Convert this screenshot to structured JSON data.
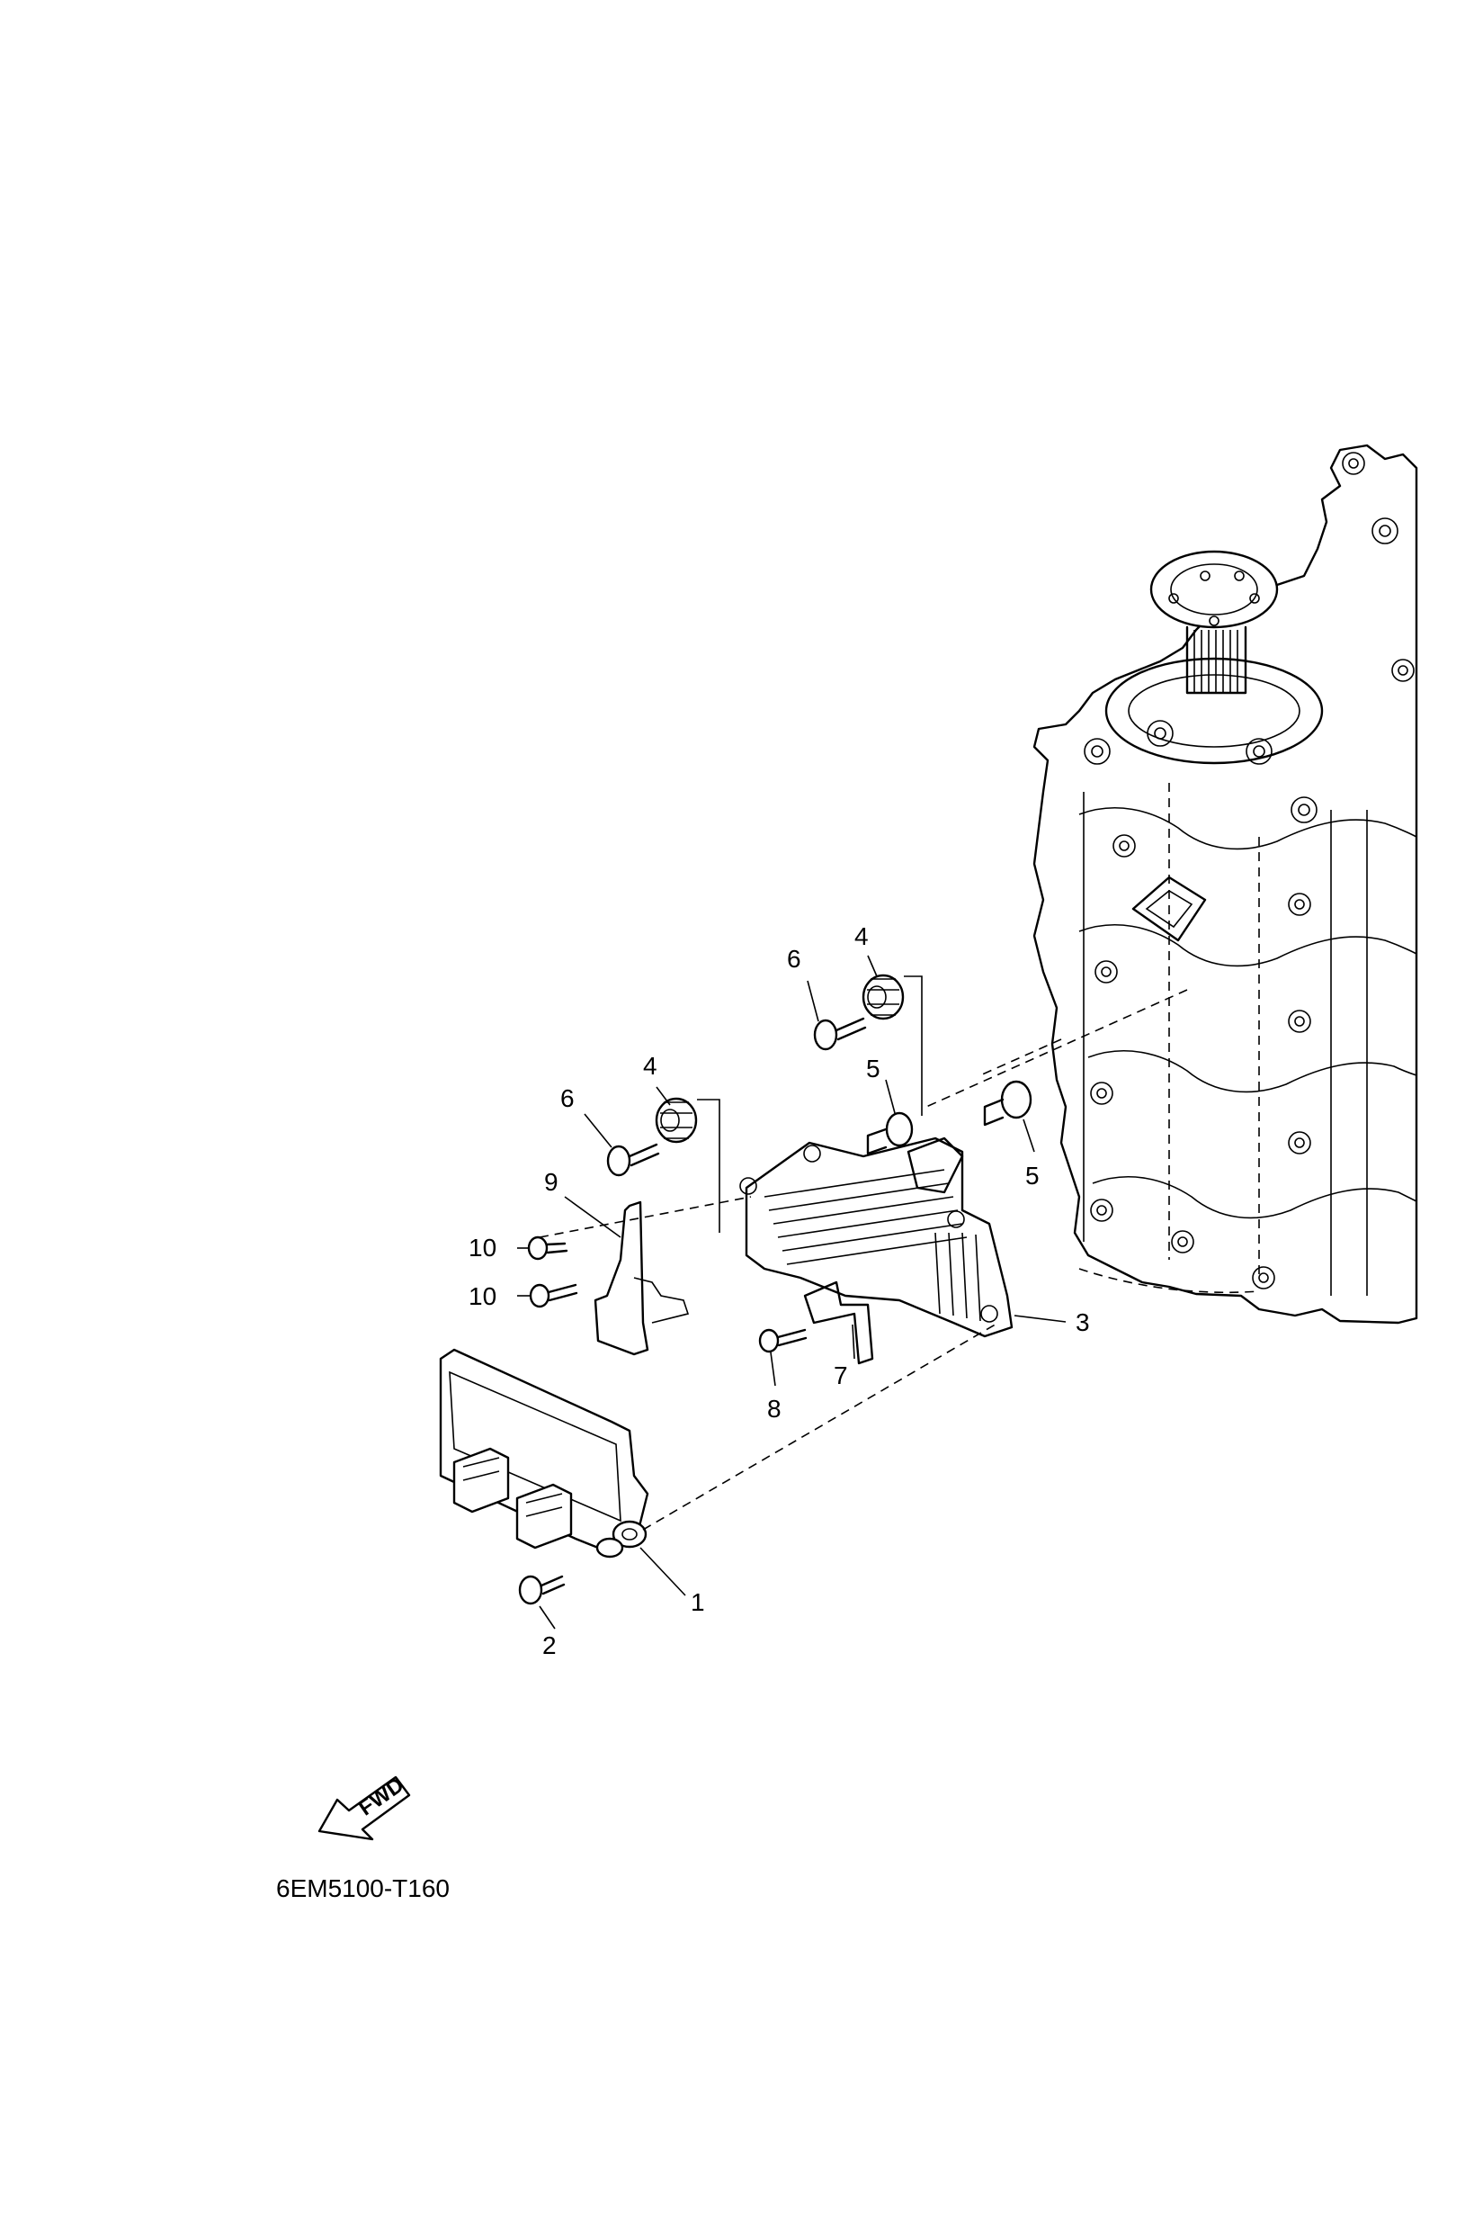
{
  "diagram": {
    "part_numbers": [
      "1",
      "2",
      "3",
      "4",
      "4",
      "5",
      "5",
      "6",
      "6",
      "7",
      "8",
      "9",
      "10",
      "10"
    ],
    "fwd_label": "FWD",
    "drawing_code": "6EM5100-T160",
    "icons": {
      "fwd_arrow": "left-down-arrow-icon"
    }
  }
}
